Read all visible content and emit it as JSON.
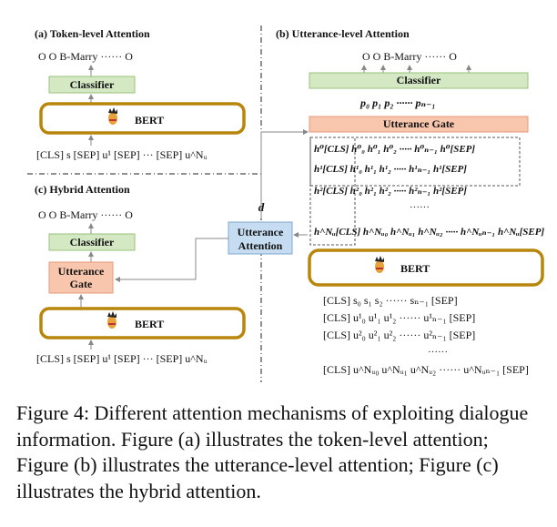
{
  "panels": {
    "a": {
      "title": "(a) Token-level Attention",
      "output": "O  O  B-Marry ······ O",
      "classifier": "Classifier",
      "bert": "BERT",
      "input": "[CLS]  s  [SEP]  u¹  [SEP] ··· [SEP]  u^Nᵤ"
    },
    "b": {
      "title": "(b) Utterance-level Attention",
      "output": "O  O  B-Marry ······ O",
      "classifier": "Classifier",
      "p_row": "p₀   p₁   p₂   ······   pₙ₋₁",
      "gate": "Utterance Gate",
      "bert": "BERT"
    },
    "c": {
      "title": "(c) Hybrid Attention",
      "output": "O  O  B-Marry ······ O",
      "classifier": "Classifier",
      "gate_line1": "Utterance",
      "gate_line2": "Gate",
      "bert": "BERT",
      "input": "[CLS]  s  [SEP]  u¹  [SEP] ··· [SEP]  u^Nᵤ"
    },
    "middle": {
      "attention_line1": "Utterance",
      "attention_line2": "Attention",
      "d_label": "d"
    }
  },
  "hidden_rows": [
    "h⁰[CLS]  h⁰₀   h⁰₁   h⁰₂   ·····   h⁰ₙ₋₁   h⁰[SEP]",
    "h¹[CLS]  h¹₀   h¹₁   h¹₂   ·····   h¹ₙ₋₁   h¹[SEP]",
    "h²[CLS]  h²₀   h²₁   h²₂   ·····   h²ₙ₋₁   h²[SEP]",
    "······",
    "h^Nᵤ[CLS]  h^Nᵤ₀  h^Nᵤ₁  h^Nᵤ₂ ·····  h^Nᵤₙ₋₁  h^Nᵤ[SEP]"
  ],
  "input_rows": [
    "[CLS]   s₀    s₁    s₂    ······   sₙ₋₁   [SEP]",
    "[CLS]   u¹₀   u¹₁   u¹₂   ······   u¹ₙ₋₁   [SEP]",
    "[CLS]   u²₀   u²₁   u²₂   ······   u²ₙ₋₁   [SEP]",
    "······",
    "[CLS]   u^Nᵤ₀  u^Nᵤ₁  u^Nᵤ₂ ······  u^Nᵤₙ₋₁  [SEP]"
  ],
  "caption": "Figure 4: Different attention mechanisms of exploiting dialogue information. Figure (a) illustrates the token-level attention; Figure (b) illustrates the utterance-level attention; Figure (c) illustrates the hybrid attention.",
  "colors": {
    "classifier": "#d5e8c4",
    "classifier_border": "#9ac27c",
    "gate": "#f7c6ad",
    "gate_border": "#e59a78",
    "attention": "#c6dcf0",
    "attention_border": "#7fa8cf",
    "bert_border": "#b8860b",
    "arrow": "#888888"
  }
}
